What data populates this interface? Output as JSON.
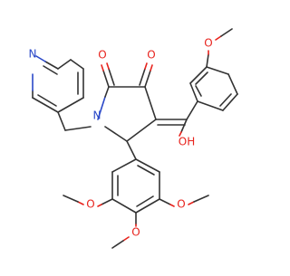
{
  "colors": {
    "carbon_bond": "#333333",
    "oxygen": "#e8231d",
    "nitrogen": "#2a48c8",
    "background": "#ffffff"
  },
  "atoms": {
    "pyridine_n": "N",
    "lactam_n": "N",
    "carbonyl_o1": "O",
    "carbonyl_o2": "O",
    "methoxy_o_top": "O",
    "hydroxyl": "OH",
    "methoxy_o_left": "O",
    "methoxy_o_right": "O",
    "methoxy_o_bottom": "O"
  }
}
